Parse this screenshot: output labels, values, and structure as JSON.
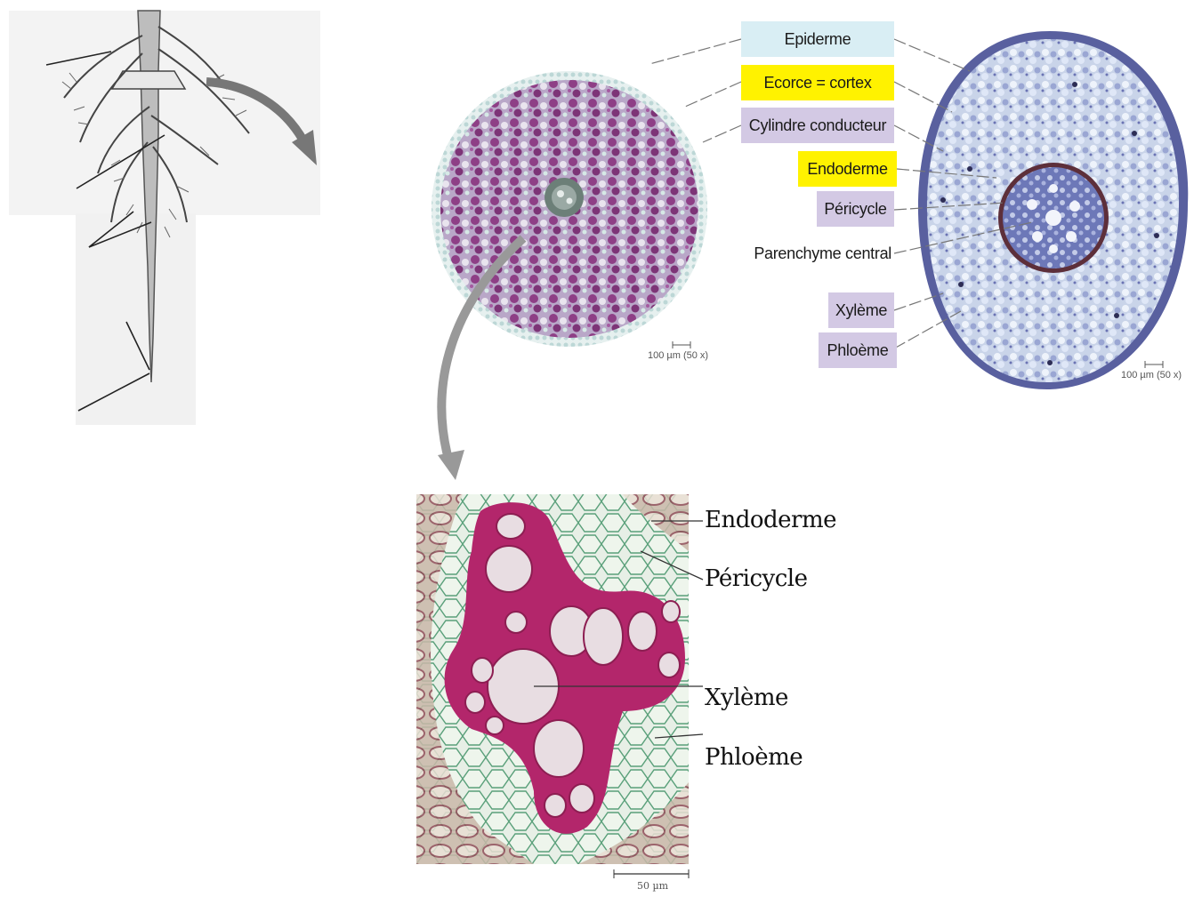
{
  "labels": {
    "epiderme": "Epiderme",
    "ecorce": "Ecorce = cortex",
    "cylindre": "Cylindre conducteur",
    "endoderme": "Endoderme",
    "pericycle": "Péricycle",
    "parenchyme": "Parenchyme central",
    "xyleme": "Xylème",
    "phloeme": "Phloème"
  },
  "detail_labels": {
    "endoderme": "Endoderme",
    "pericycle": "Péricycle",
    "xyleme": "Xylème",
    "phloeme": "Phloème"
  },
  "scale_bars": {
    "left": "100 µm (50 x)",
    "right": "100 µm (50 x)",
    "detail": "50 µm"
  },
  "colors": {
    "label_blue": "#d9eef4",
    "label_yellow": "#fff200",
    "label_lavender": "#d3c9e4",
    "cortex_purple": "#8e3f86",
    "stele_blue": "#5f6fb0",
    "xylem_wall": "#b3266b"
  }
}
